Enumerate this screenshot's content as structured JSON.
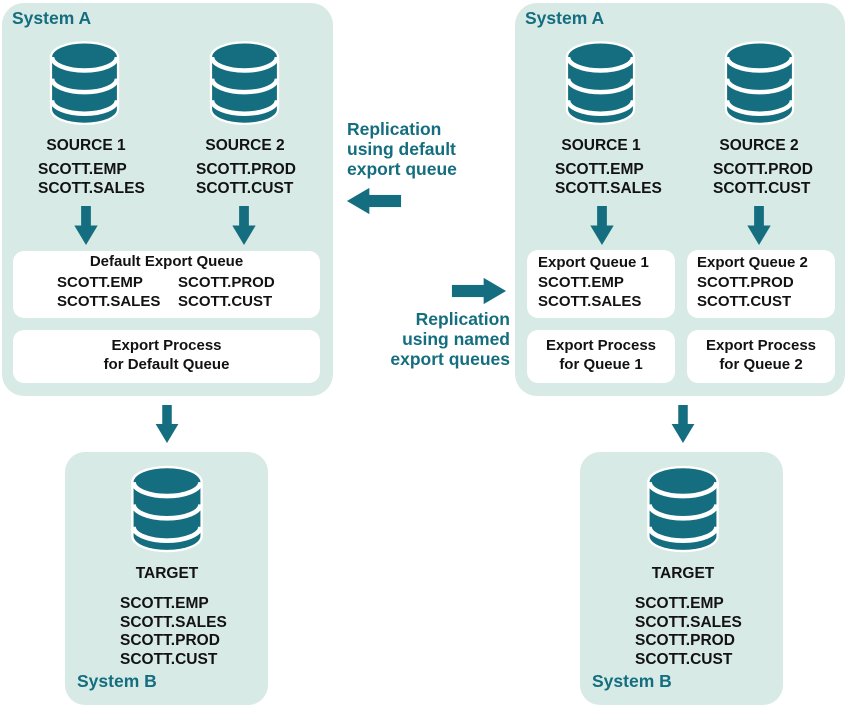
{
  "colors": {
    "teal": "#146e7f",
    "mint": "#d8eae6",
    "box_bg": "#ffffff",
    "text": "#121212"
  },
  "icons": {
    "database": "database-icon",
    "arrow_down": "arrow-down-icon",
    "arrow_left": "arrow-left-icon",
    "arrow_right": "arrow-right-icon"
  },
  "captions": {
    "default": [
      "Replication",
      "using default",
      "export queue"
    ],
    "named": [
      "Replication",
      "using named",
      "export queues"
    ]
  },
  "left": {
    "system_a_label": "System A",
    "system_b_label": "System B",
    "sources": [
      {
        "name": "SOURCE 1",
        "tables": [
          "SCOTT.EMP",
          "SCOTT.SALES"
        ]
      },
      {
        "name": "SOURCE 2",
        "tables": [
          "SCOTT.PROD",
          "SCOTT.CUST"
        ]
      }
    ],
    "queue": {
      "title": "Default Export Queue",
      "col1": [
        "SCOTT.EMP",
        "SCOTT.SALES"
      ],
      "col2": [
        "SCOTT.PROD",
        "SCOTT.CUST"
      ]
    },
    "process": [
      "Export Process",
      "for Default Queue"
    ],
    "target": {
      "name": "TARGET",
      "tables": [
        "SCOTT.EMP",
        "SCOTT.SALES",
        "SCOTT.PROD",
        "SCOTT.CUST"
      ]
    }
  },
  "right": {
    "system_a_label": "System A",
    "system_b_label": "System B",
    "sources": [
      {
        "name": "SOURCE 1",
        "tables": [
          "SCOTT.EMP",
          "SCOTT.SALES"
        ]
      },
      {
        "name": "SOURCE 2",
        "tables": [
          "SCOTT.PROD",
          "SCOTT.CUST"
        ]
      }
    ],
    "queues": [
      {
        "title": "Export Queue 1",
        "tables": [
          "SCOTT.EMP",
          "SCOTT.SALES"
        ]
      },
      {
        "title": "Export Queue 2",
        "tables": [
          "SCOTT.PROD",
          "SCOTT.CUST"
        ]
      }
    ],
    "processes": [
      {
        "lines": [
          "Export Process",
          "for Queue 1"
        ]
      },
      {
        "lines": [
          "Export Process",
          "for Queue 2"
        ]
      }
    ],
    "target": {
      "name": "TARGET",
      "tables": [
        "SCOTT.EMP",
        "SCOTT.SALES",
        "SCOTT.PROD",
        "SCOTT.CUST"
      ]
    }
  }
}
